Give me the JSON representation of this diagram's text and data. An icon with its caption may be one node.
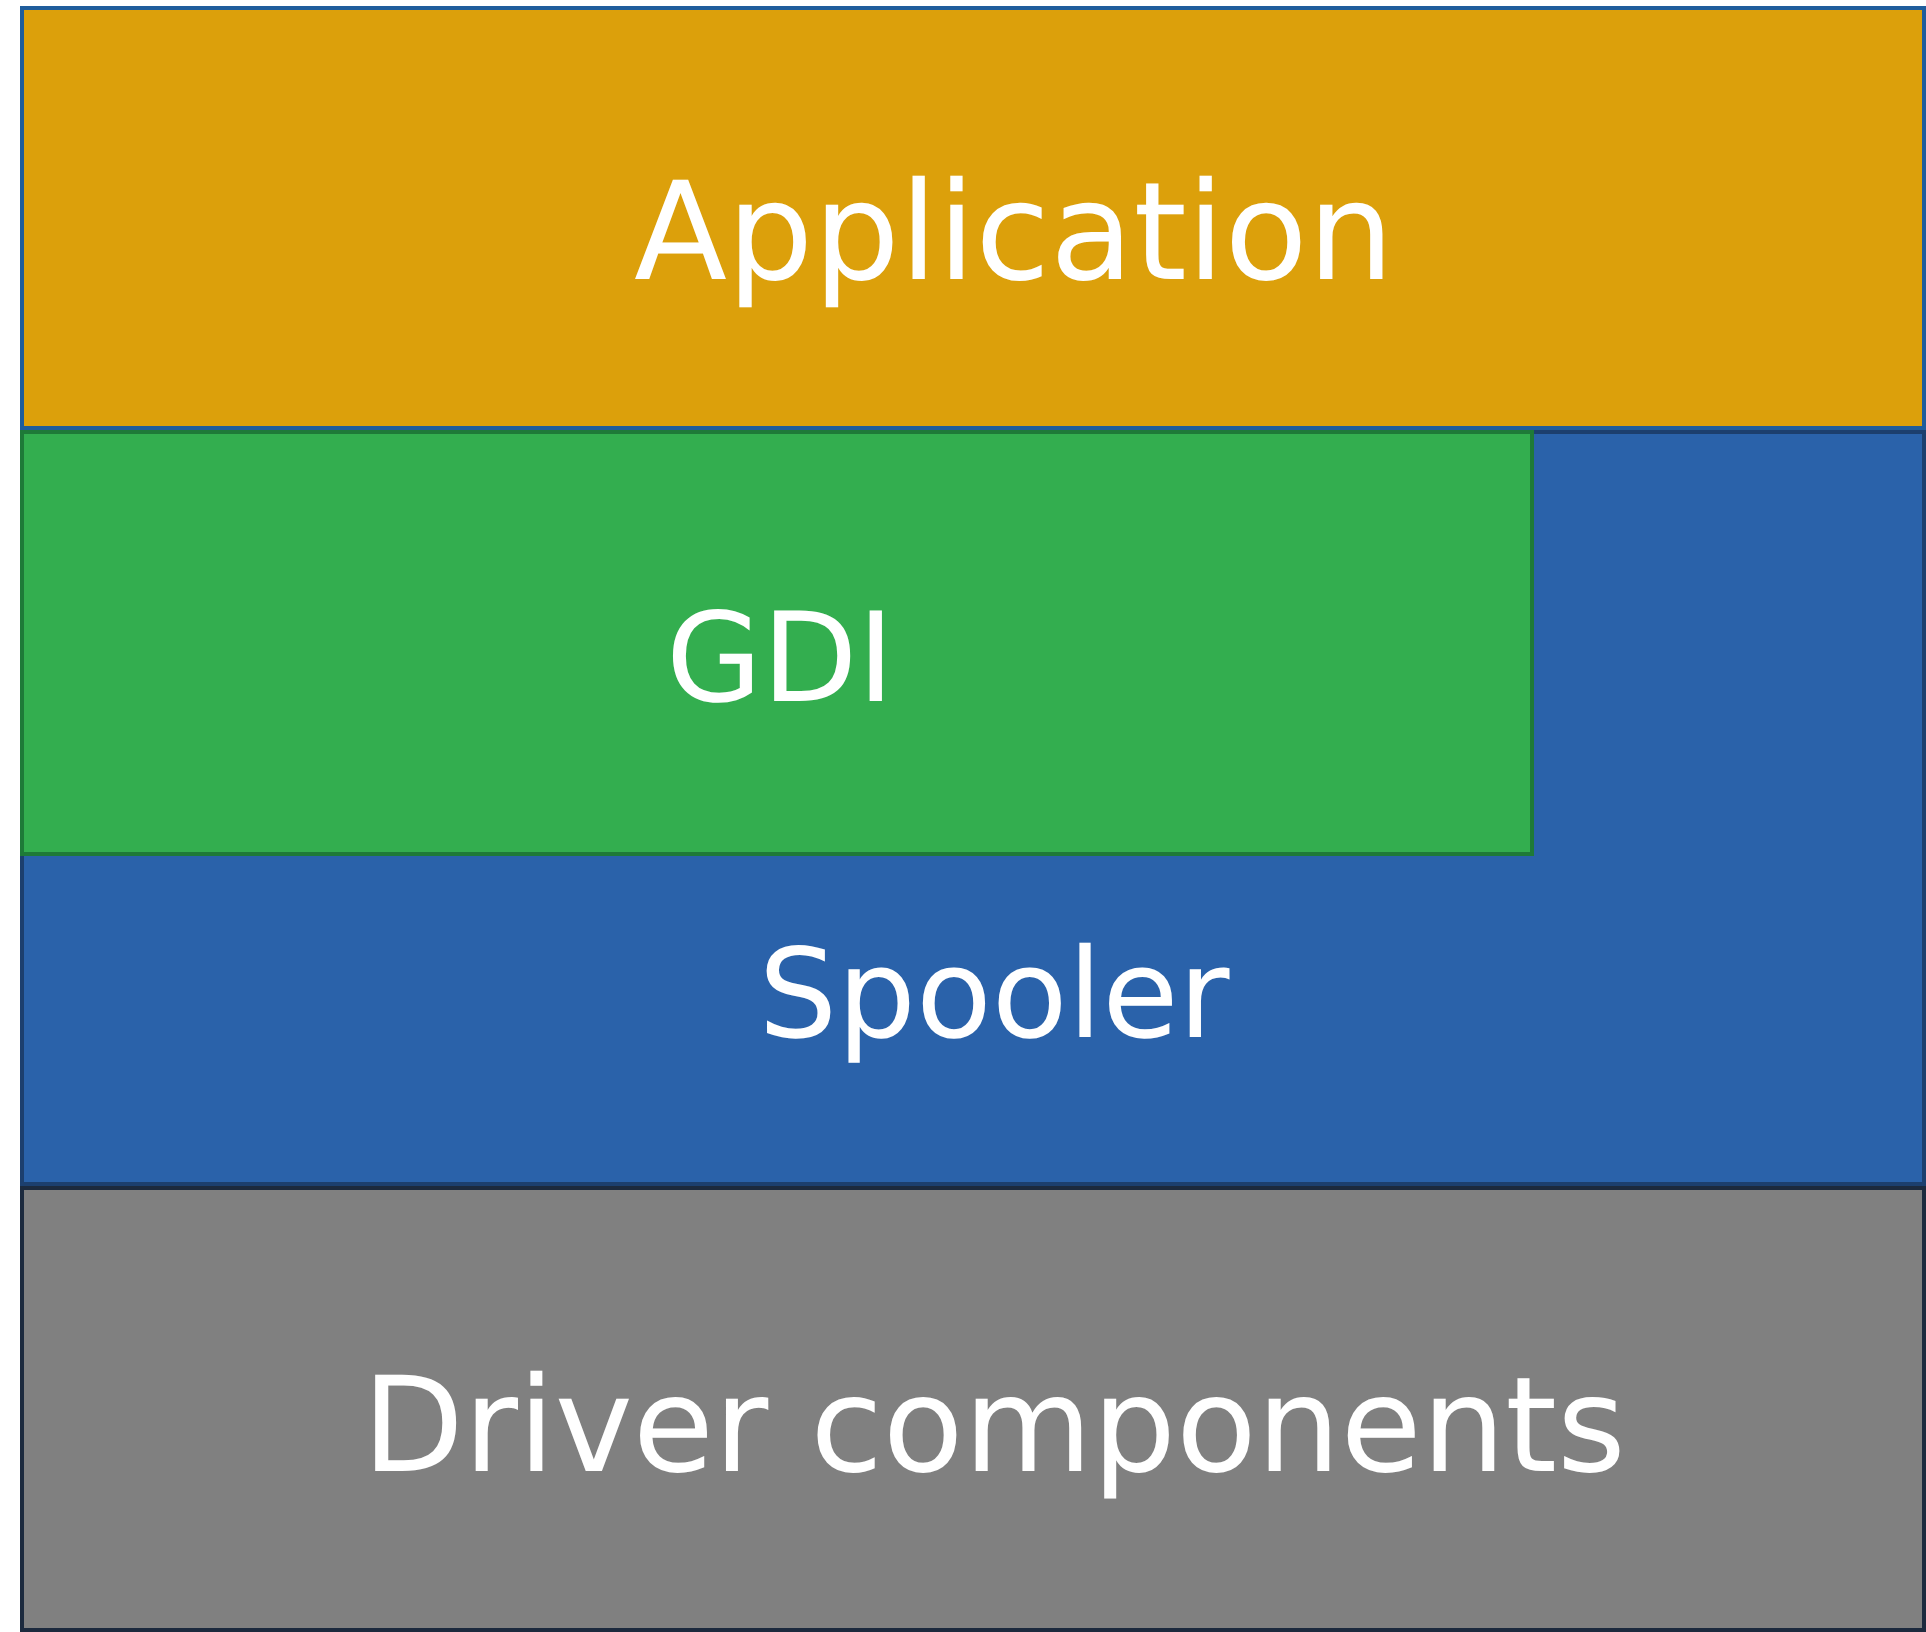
{
  "diagram": {
    "nodes": [
      {
        "text": [
          "Application"
        ]
      },
      {
        "text": [
          "GDI"
        ],
        "in": 2
      },
      {
        "text": [
          "Spooler"
        ]
      },
      {
        "text": [
          "Driver components"
        ]
      }
    ]
  }
}
